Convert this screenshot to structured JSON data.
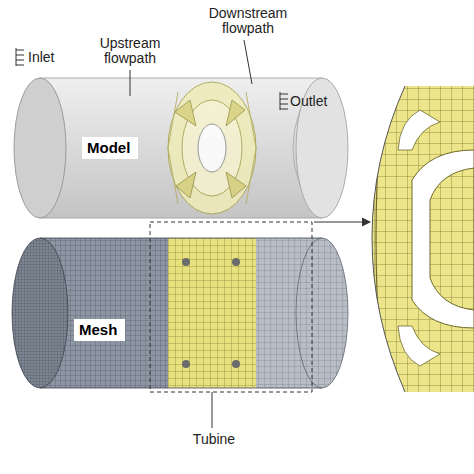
{
  "diagram": {
    "nodes": [
      {
        "text": [
          "Model"
        ]
      },
      {
        "text": [
          "Mesh"
        ]
      }
    ],
    "labels": [
      "Downstream flowpath",
      "Upstream flowpath",
      "Inlet",
      "Outlet",
      "Tubine"
    ]
  }
}
